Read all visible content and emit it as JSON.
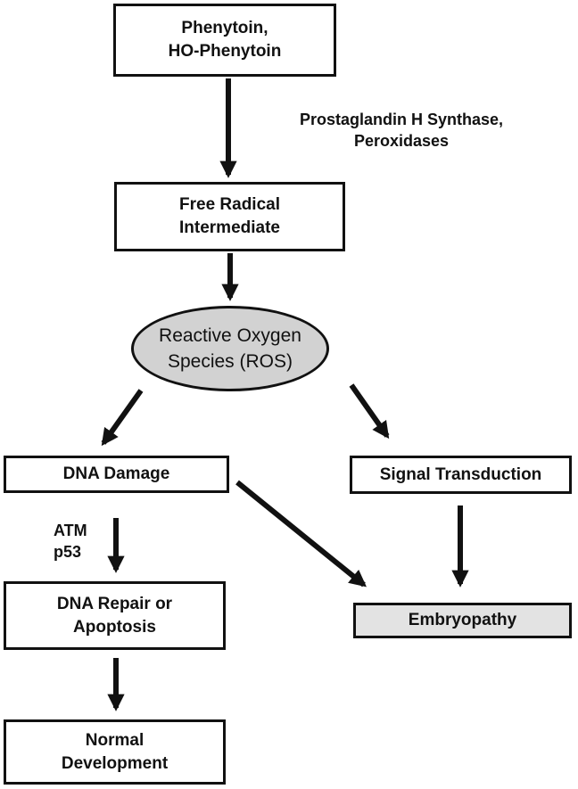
{
  "nodes": {
    "phenytoin": "Phenytoin,\nHO-Phenytoin",
    "free_radical": "Free Radical\nIntermediate",
    "ros": "Reactive Oxygen\nSpecies (ROS)",
    "dna_damage": "DNA Damage",
    "signal_transduction": "Signal Transduction",
    "dna_repair": "DNA Repair or\nApoptosis",
    "embryopathy": "Embryopathy",
    "normal_development": "Normal\nDevelopment"
  },
  "edge_labels": {
    "enzymes": "Prostaglandin H Synthase,\nPeroxidases",
    "atm_p53": "ATM\np53"
  },
  "colors": {
    "stroke": "#111111",
    "ellipse_fill": "#d2d2d2",
    "embryopathy_fill": "#e3e3e3"
  }
}
